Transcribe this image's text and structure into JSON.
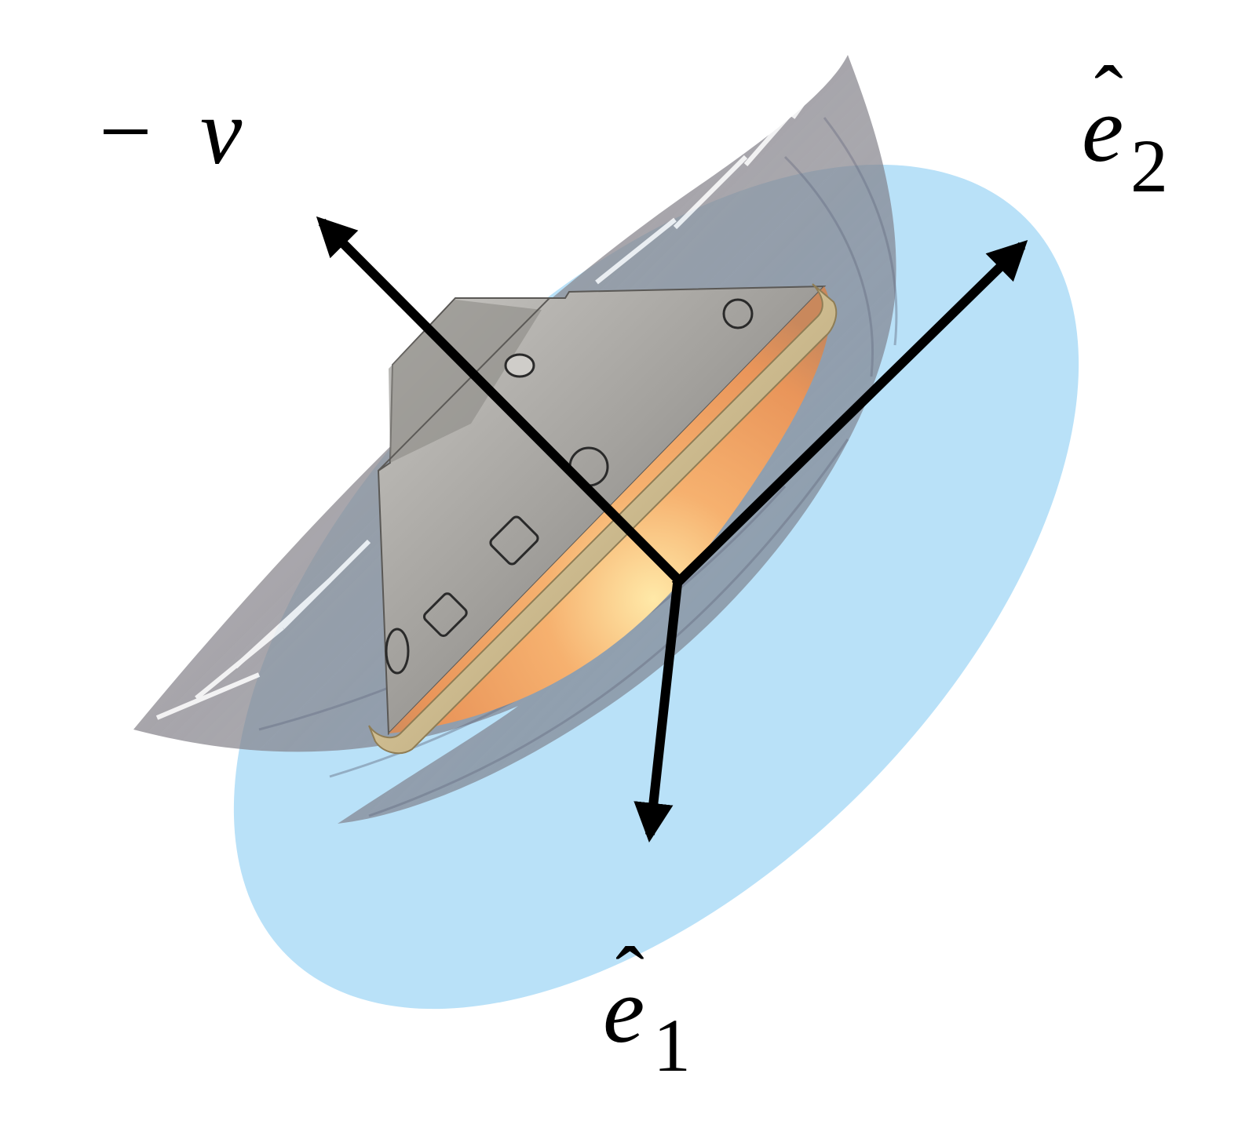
{
  "labels": {
    "neg_v": {
      "sign": "−",
      "symbol": "v"
    },
    "e2": {
      "hat": "ˆ",
      "symbol": "e",
      "subscript": "2"
    },
    "e1": {
      "hat": "ˆ",
      "symbol": "e",
      "subscript": "1"
    }
  },
  "colors": {
    "plane": "#b9e1f8",
    "vector": "#000000",
    "heatshield_glow": "#f3a462",
    "capsule_body": "#9a9a9a",
    "heatshield_rim": "#d8c9a4"
  }
}
